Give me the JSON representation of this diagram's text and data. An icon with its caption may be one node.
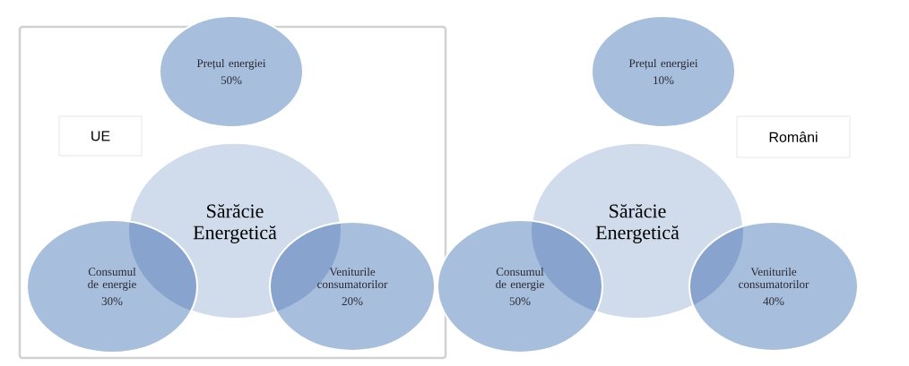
{
  "diagram": {
    "nodes": [
      {
        "text": [
          "Prețul energiei",
          "50%"
        ]
      },
      {
        "text": [
          "UE"
        ]
      },
      {
        "text": [
          "Sărăcie Energetică"
        ]
      },
      {
        "text": [
          "Consumul de energie",
          "30%"
        ]
      },
      {
        "text": [
          "Veniturile consumatorilor",
          "20%"
        ]
      },
      {
        "text": [
          "Prețul energiei",
          "10%"
        ]
      },
      {
        "text": [
          "Sărăcie Energetică"
        ]
      },
      {
        "text": [
          "Români"
        ]
      },
      {
        "text": [
          "Consumul de energie",
          "50%"
        ]
      },
      {
        "text": [
          "Veniturile consumatorilor",
          "40%"
        ]
      }
    ]
  }
}
